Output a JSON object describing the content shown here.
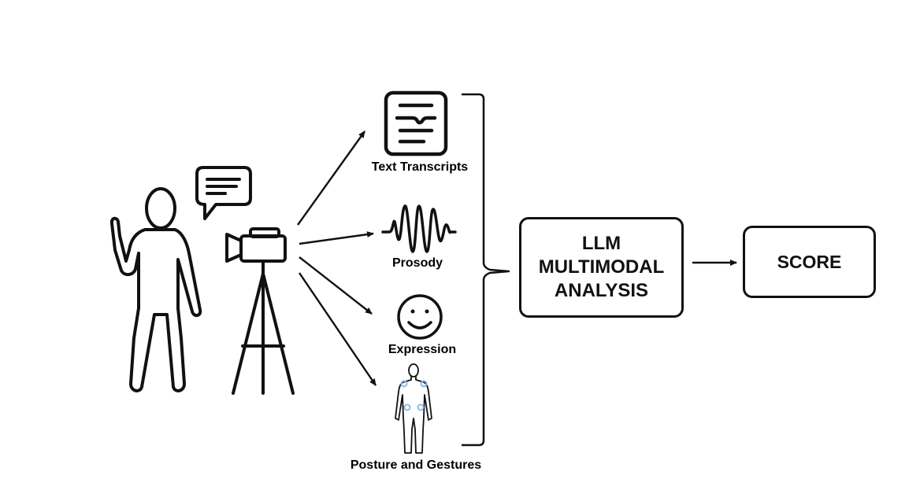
{
  "inputs": [
    {
      "label": "Text Transcripts",
      "icon": "document-icon"
    },
    {
      "label": "Prosody",
      "icon": "sound-wave-icon"
    },
    {
      "label": "Expression",
      "icon": "smiley-face-icon"
    },
    {
      "label": "Posture and Gestures",
      "icon": "body-joints-icon"
    }
  ],
  "analysis": {
    "lines": [
      "LLM",
      "MULTIMODAL",
      "ANALYSIS"
    ]
  },
  "output": {
    "label": "SCORE"
  },
  "colors": {
    "stroke": "#111111",
    "joint_highlight": "#8fb8e8",
    "background": "#ffffff"
  }
}
